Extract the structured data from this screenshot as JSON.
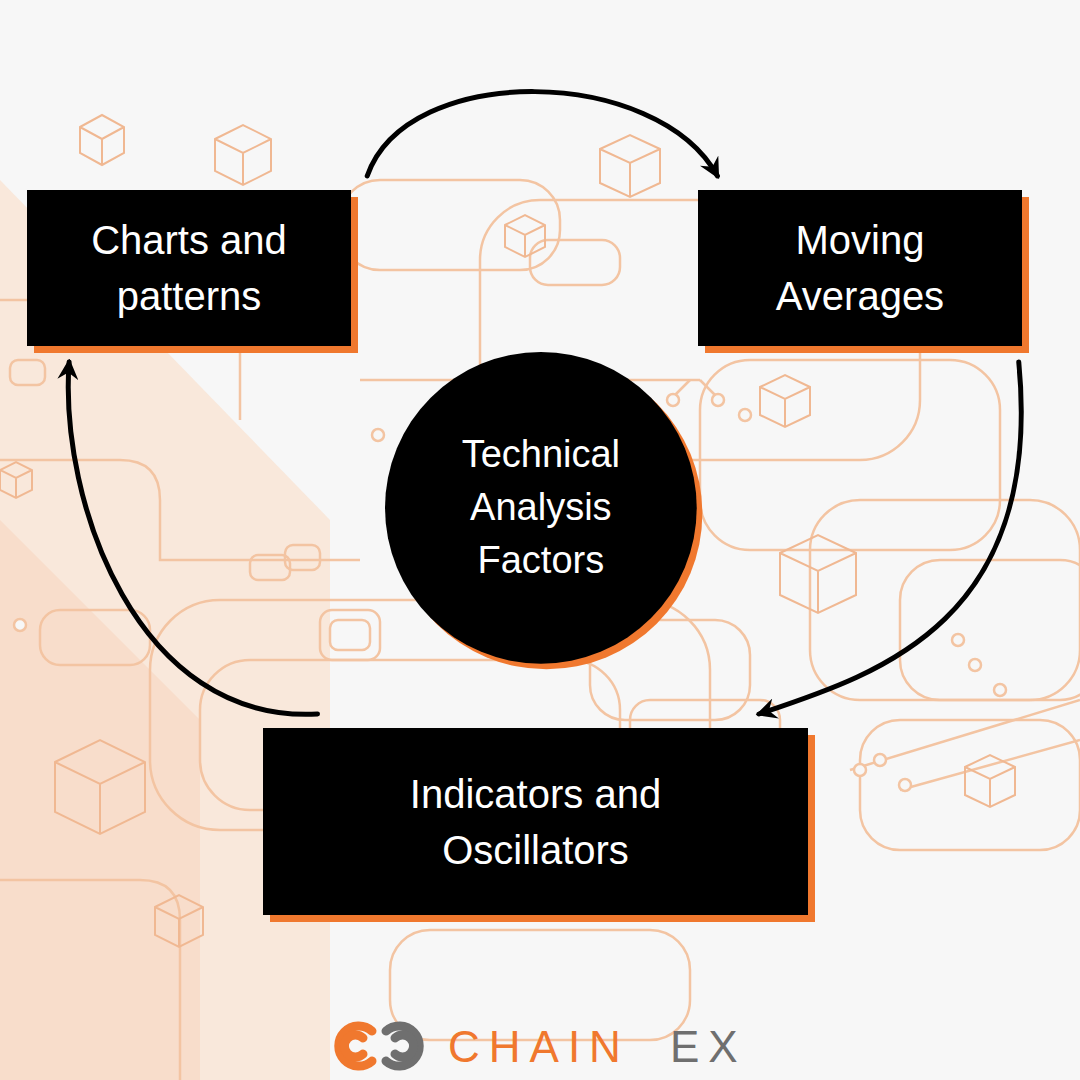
{
  "diagram": {
    "nodes": [
      {
        "text": [
          "Charts and patterns"
        ]
      },
      {
        "text": [
          "Moving Averages"
        ]
      },
      {
        "text": [
          "Technical Analysis Factors"
        ]
      },
      {
        "text": [
          "Indicators and Oscillators"
        ]
      }
    ],
    "edges": [
      {
        "from": 0,
        "to": 1,
        "arrow": "to"
      },
      {
        "from": 1,
        "to": 3,
        "arrow": "to"
      },
      {
        "from": 3,
        "to": 0,
        "arrow": "to"
      }
    ],
    "labels": [
      "CHAIN",
      "EX"
    ]
  }
}
